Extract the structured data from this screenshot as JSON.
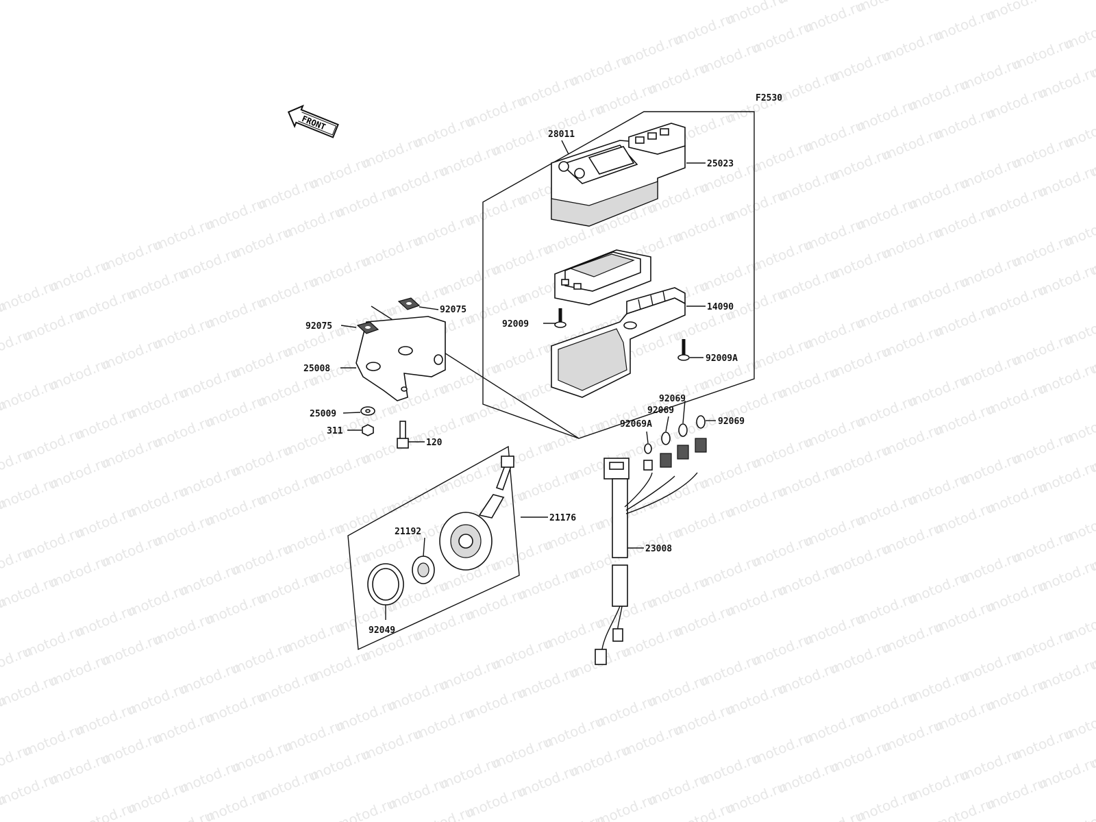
{
  "diagram_code": "F2530",
  "watermark_text": "motod.ru",
  "front_arrow_label": "FRONT",
  "parts": [
    {
      "id": "p28011",
      "number": "28011"
    },
    {
      "id": "p25023",
      "number": "25023"
    },
    {
      "id": "p14090",
      "number": "14090"
    },
    {
      "id": "p92009",
      "number": "92009"
    },
    {
      "id": "p92009A",
      "number": "92009A"
    },
    {
      "id": "p92075a",
      "number": "92075"
    },
    {
      "id": "p92075b",
      "number": "92075"
    },
    {
      "id": "p25008",
      "number": "25008"
    },
    {
      "id": "p25009",
      "number": "25009"
    },
    {
      "id": "p311",
      "number": "311"
    },
    {
      "id": "p120",
      "number": "120"
    },
    {
      "id": "p92069a",
      "number": "92069"
    },
    {
      "id": "p92069b",
      "number": "92069"
    },
    {
      "id": "p92069c",
      "number": "92069"
    },
    {
      "id": "p92069A",
      "number": "92069A"
    },
    {
      "id": "p21176",
      "number": "21176"
    },
    {
      "id": "p21192",
      "number": "21192"
    },
    {
      "id": "p92049",
      "number": "92049"
    },
    {
      "id": "p23008",
      "number": "23008"
    }
  ]
}
